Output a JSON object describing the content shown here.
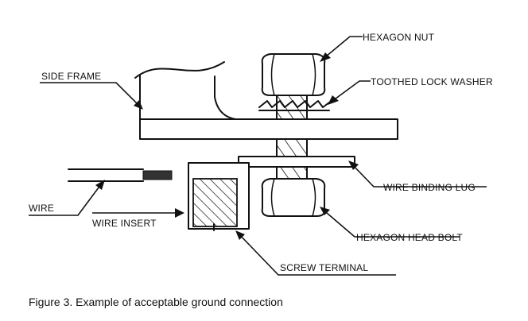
{
  "labels": {
    "hexagon_nut": "HEXAGON NUT",
    "toothed_lock_washer": "TOOTHED LOCK WASHER",
    "side_frame": "SIDE FRAME",
    "wire_binding_lug": "WIRE BINDING LUG",
    "wire": "WIRE",
    "wire_insert": "WIRE INSERT",
    "hexagon_head_bolt": "HEXAGON HEAD BOLT",
    "screw_terminal": "SCREW TERMINAL"
  },
  "caption": "Figure 3. Example of acceptable ground connection"
}
